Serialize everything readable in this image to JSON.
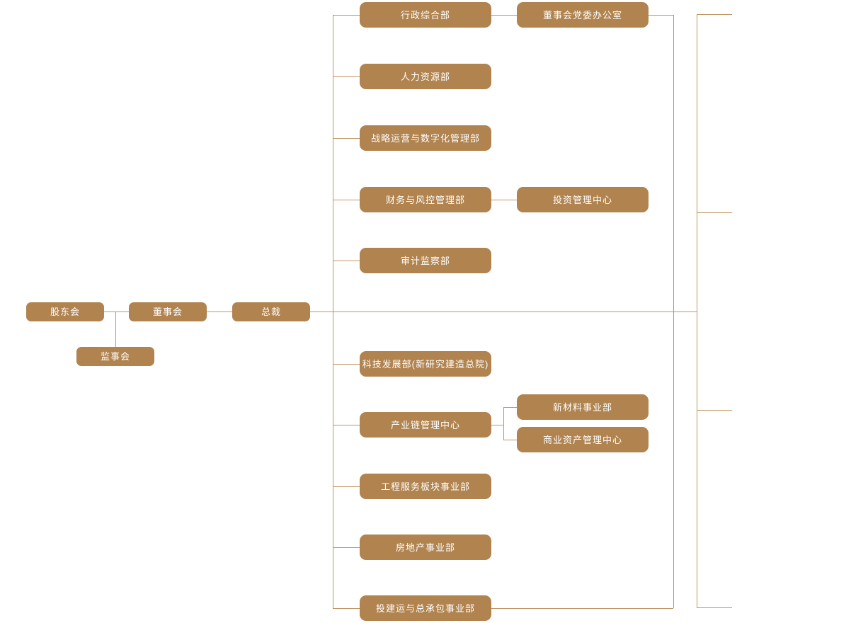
{
  "colors": {
    "background": "#ffffff",
    "node_fill": "#B0834F",
    "node_text": "#ffffff",
    "connector": "#BE9662"
  },
  "org": {
    "shareholders": "股东会",
    "board": "董事会",
    "president": "总裁",
    "supervisory_board": "监事会",
    "admin_general": "行政综合部",
    "board_party_office": "董事会党委办公室",
    "human_resources": "人力资源部",
    "strategy_digital": "战略运营与数字化管理部",
    "finance_risk": "财务与风控管理部",
    "investment_center": "投资管理中心",
    "audit_supervision": "审计监察部",
    "tech_development": "科技发展部(新研究建造总院)",
    "industry_chain": "产业链管理中心",
    "new_materials": "新材料事业部",
    "commercial_assets": "商业资产管理中心",
    "engineering_services": "工程服务板块事业部",
    "real_estate": "房地产事业部",
    "investment_construction": "投建运与总承包事业部"
  }
}
